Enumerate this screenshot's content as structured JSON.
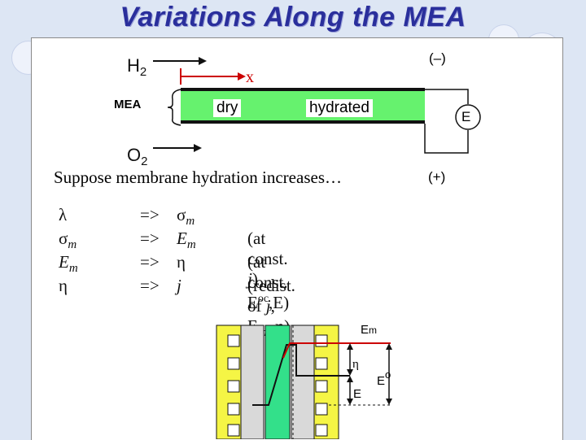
{
  "slide": {
    "title": "Variations Along the MEA"
  },
  "schematic": {
    "h2_label": "H",
    "h2_sub": "2",
    "o2_label": "O",
    "o2_sub": "2",
    "mea_label": "MEA",
    "x_label": "x",
    "dry_label": "dry",
    "hydrated_label": "hydrated",
    "minus_label": "(–)",
    "plus_label": "(+)",
    "e_label": "E"
  },
  "statement": "Suppose membrane hydration increases…",
  "relations": [
    {
      "lhs": "λ",
      "lhs_sub": "",
      "arrow": "=>",
      "rhs": "σ",
      "rhs_sub": "m",
      "note": ""
    },
    {
      "lhs": "σ",
      "lhs_sub": "m",
      "arrow": "=>",
      "rhs": "E",
      "rhs_sub": "m",
      "note_pre": "(at const. ",
      "note_var": "j",
      "note_post": ")"
    },
    {
      "lhs": "E",
      "lhs_sub": "m",
      "arrow": "=>",
      "rhs": "η",
      "rhs_sub": "",
      "note_pre": "(at const. E",
      "note_sup": "oc",
      "note_post": ",E)"
    },
    {
      "lhs": "η",
      "lhs_sub": "",
      "arrow": "=>",
      "rhs": "j",
      "rhs_sub": "",
      "note_pre": "(redist. of ",
      "note_var": "j",
      "note_mid": ", E",
      "note_sub": "m",
      "note_post": ", η)"
    }
  ],
  "profile": {
    "em_label": "E",
    "em_sub": "m",
    "eta_label": "η",
    "e_label": "E",
    "eo_label": "E",
    "eo_sup": "o"
  },
  "colors": {
    "title": "#2a2f9c",
    "membrane": "#66f26e",
    "arrow": "#cc0000",
    "electrode": "#f5f545",
    "gdl": "#d9d9d9",
    "center_membrane": "#33e08a"
  }
}
